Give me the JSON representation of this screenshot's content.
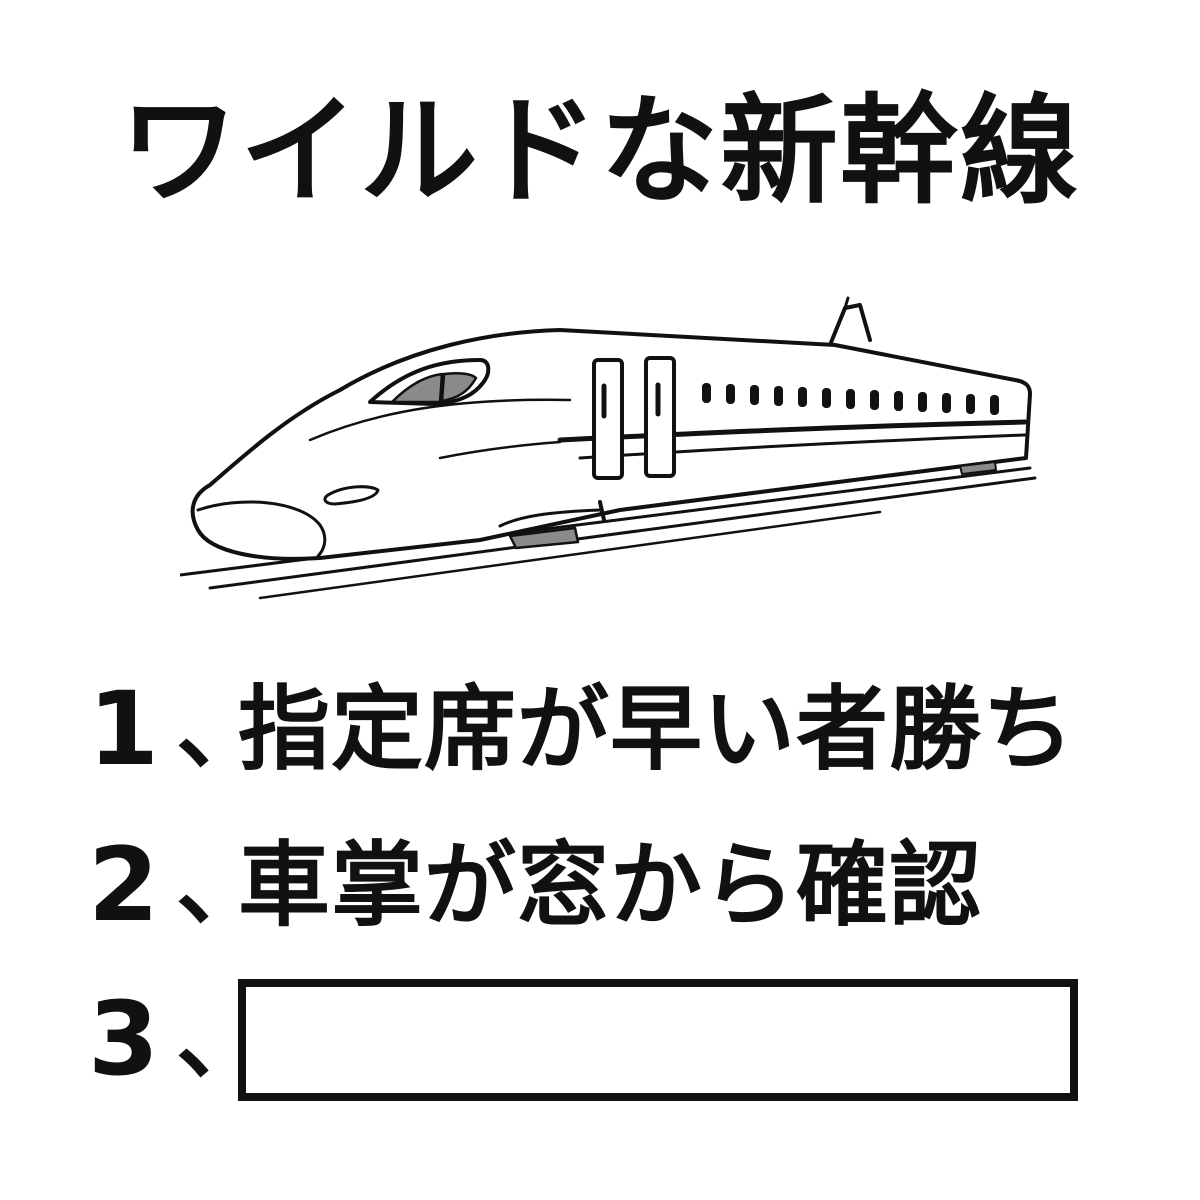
{
  "title": "ワイルドな新幹線",
  "illustration": {
    "icon": "shinkansen-train-icon"
  },
  "list": {
    "items": [
      {
        "number": "1",
        "separator": "、",
        "text": "指定席が早い者勝ち"
      },
      {
        "number": "2",
        "separator": "、",
        "text": "車掌が窓から確認"
      },
      {
        "number": "3",
        "separator": "、",
        "text": ""
      }
    ]
  },
  "colors": {
    "ink": "#111111",
    "background": "#ffffff",
    "window_fill": "#8a8a8a"
  }
}
